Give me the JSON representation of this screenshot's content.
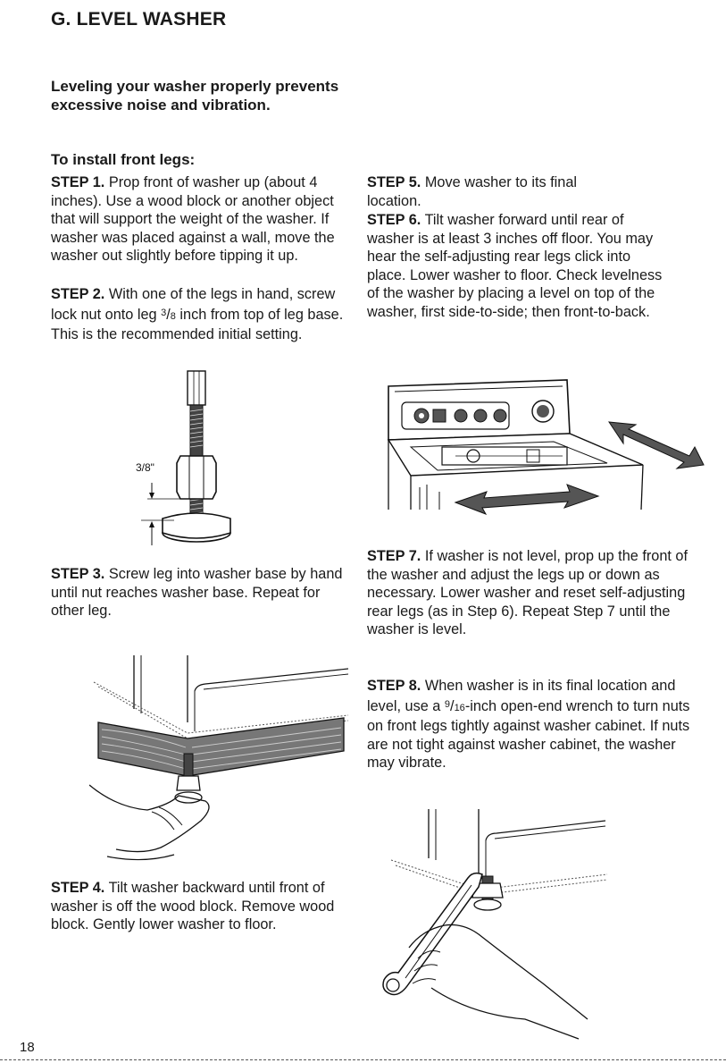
{
  "page": {
    "section_title": "G. LEVEL WASHER",
    "intro": "Leveling your washer properly prevents excessive noise and vibration.",
    "subheading": "To install front legs:",
    "page_number": "18"
  },
  "steps": [
    {
      "label": "STEP 1.",
      "text": "Prop front of washer up (about 4 inches). Use a wood block or another object that will support the weight of the washer. If washer was placed against a wall, move the washer out slightly before tipping it up."
    },
    {
      "label": "STEP 2.",
      "text_before": "With one of the legs in hand, screw lock nut onto leg",
      "frac_num": "3",
      "frac_den": "8",
      "text_after": "inch from top of leg base. This is the recommended initial setting."
    },
    {
      "label": "STEP 3.",
      "text": "Screw leg into washer base by hand until nut reaches washer base. Repeat for other leg."
    },
    {
      "label": "STEP 4.",
      "text": "Tilt washer backward until front of washer is off the wood block. Remove wood block. Gently lower washer to floor."
    },
    {
      "label": "STEP 5.",
      "text": "Move washer to its final location."
    },
    {
      "label": "STEP 6.",
      "text": "Tilt washer forward until rear of washer is at least 3 inches off floor. You may hear the self-adjusting rear legs click into place. Lower washer to floor. Check levelness of the washer by placing a level on top of the washer, first side-to-side; then front-to-back."
    },
    {
      "label": "STEP 7.",
      "text": "If washer is not level, prop up the front of the washer and adjust the legs up or down as necessary. Lower washer and reset self-adjusting rear legs (as in Step 6). Repeat Step 7 until the washer is level."
    },
    {
      "label": "STEP 8.",
      "text_before": "When washer is in its final location and level, use a",
      "frac_num": "9",
      "frac_den": "16",
      "text_after": "-inch open-end wrench to turn nuts on front legs tightly against washer cabinet. If nuts are not tight against washer cabinet, the washer may vibrate."
    }
  ],
  "illustrations": {
    "leg_dimension_label": "3/8\""
  }
}
